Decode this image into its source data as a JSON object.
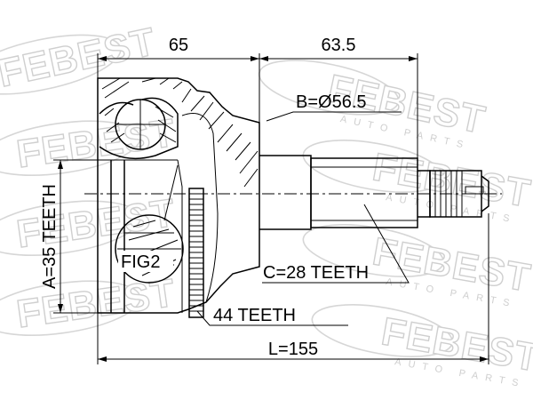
{
  "brand": {
    "watermark": "FEBEST",
    "watermark_sub": "AUTO PARTS"
  },
  "dimensions": {
    "len_65": "65",
    "len_63_5": "63.5",
    "diameter_b": "B=Ø56.5",
    "teeth_a": "A=35 TEETH",
    "teeth_c": "C=28 TEETH",
    "teeth_abs": "44 TEETH",
    "length_l": "L=155",
    "fig": "FIG2"
  }
}
